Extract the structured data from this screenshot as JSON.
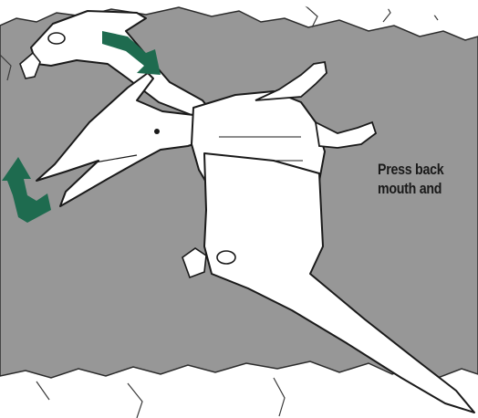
{
  "illustration": {
    "subject": "pteranodon-toy",
    "colors": {
      "background_rock": "#979797",
      "rock_edge": "#2b2b2b",
      "body_fill": "#ffffff",
      "outline": "#1a1a1a",
      "arrow_green": "#1e6b4f",
      "caption_text": "#1a1a1a"
    }
  },
  "caption": {
    "line1": "Press back",
    "line2": "mouth and"
  }
}
